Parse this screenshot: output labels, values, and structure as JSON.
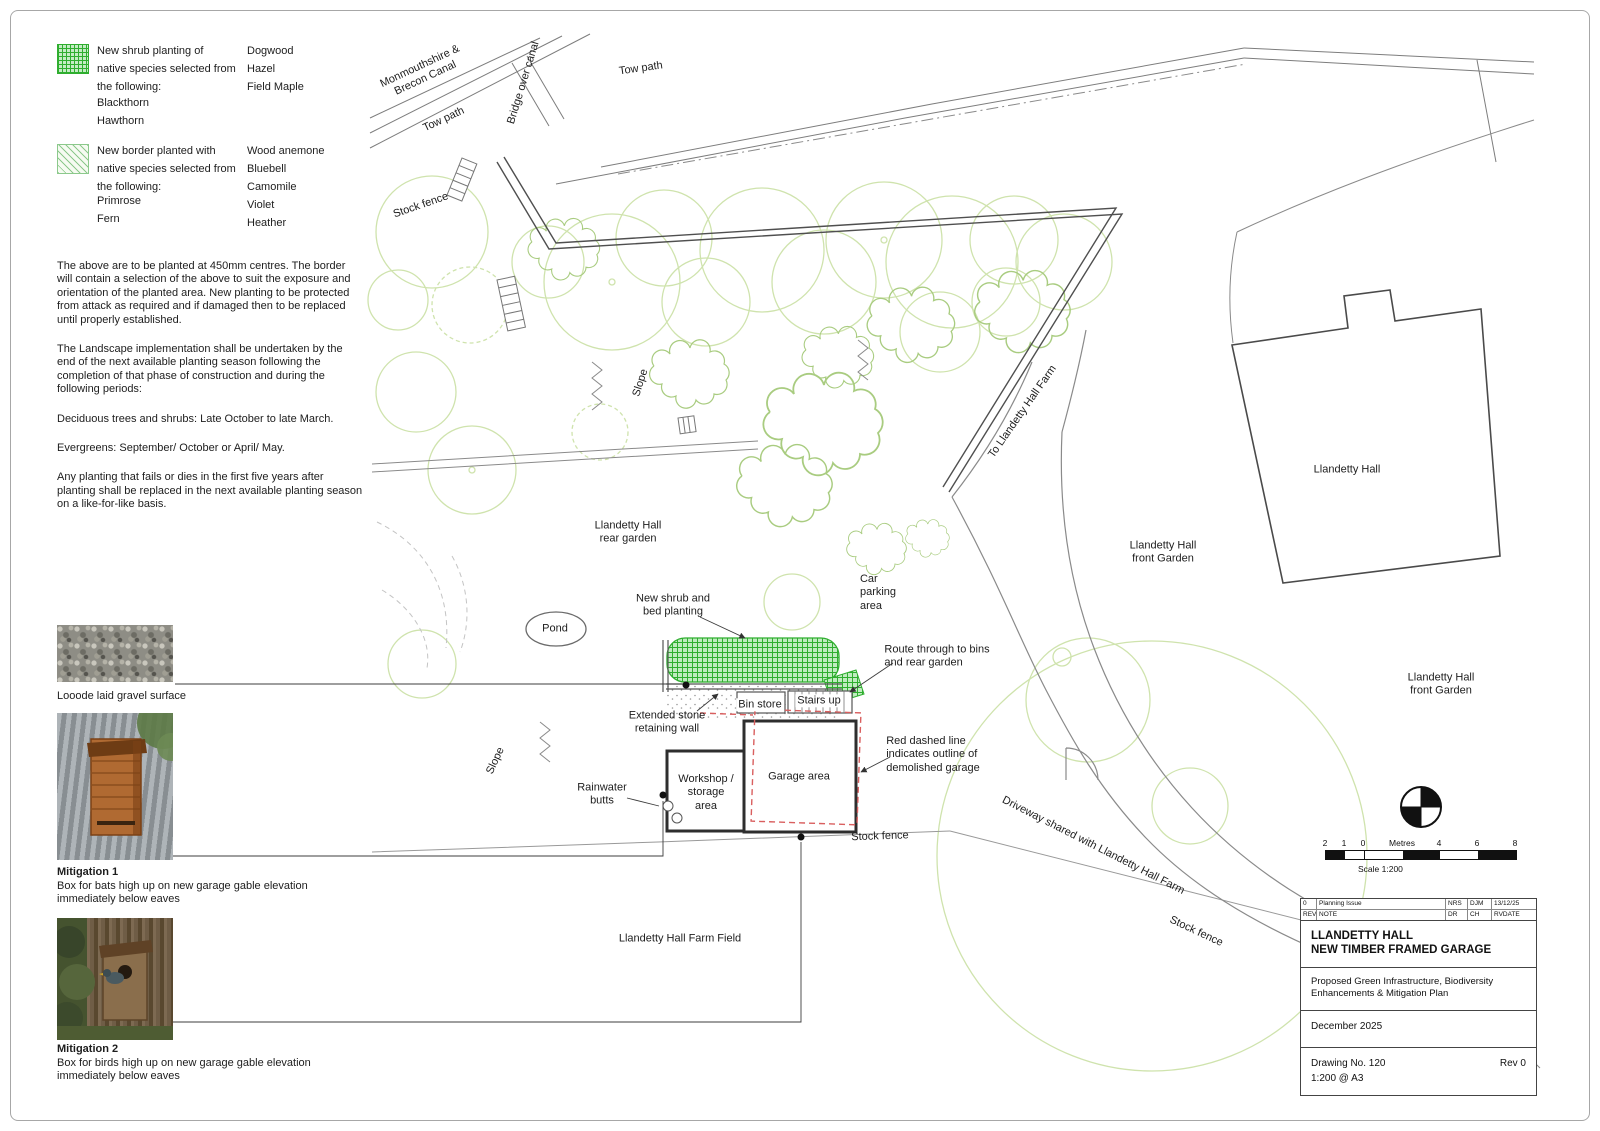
{
  "legend": {
    "shrub_label": "New shrub planting of\nnative species selected from\nthe following:",
    "shrub_species_a": "Blackthorn\nHawthorn",
    "shrub_species_b": "Dogwood\nHazel\nField Maple",
    "border_label": "New border planted with\nnative species selected from\nthe following:",
    "border_species_a": "Primrose\nFern",
    "border_species_b": "Wood anemone\nBluebell\nCamomile\nViolet\nHeather"
  },
  "notes": {
    "p1": "The above are to be planted at 450mm centres. The border will contain a selection of the above to suit the exposure and orientation of the planted area. New planting to be protected from attack as required and if damaged then to be replaced until properly established.",
    "p2": "The Landscape implementation shall be undertaken by the end of the next available planting season following the completion of that phase of construction and during the following periods:",
    "p3": "Deciduous trees and shrubs: Late October to late March.",
    "p4": "Evergreens: September/ October or April/ May.",
    "p5": "Any planting that fails or dies in the first five years after planting shall be replaced in the next available planting season on a like-for-like basis."
  },
  "figures": {
    "gravel_caption": "Looode laid gravel surface",
    "m1_title": "Mitigation 1",
    "m1_caption": "Box for bats high up on new garage gable elevation\nimmediately below eaves",
    "m2_title": "Mitigation 2",
    "m2_caption": "Box for birds high up on new garage gable elevation\nimmediately below eaves"
  },
  "map": {
    "canal": "Monmouthshire &\nBrecon Canal",
    "tow_path_1": "Tow path",
    "tow_path_2": "Tow path",
    "bridge": "Bridge over canal",
    "stock_fence_top": "Stock fence",
    "slope_1": "Slope",
    "slope_2": "Slope",
    "rear_garden": "Llandetty Hall\nrear garden",
    "pond": "Pond",
    "shrub_bed": "New shrub and\nbed planting",
    "car_parking": "Car\nparking\narea",
    "route_bins": "Route through to bins\nand rear garden",
    "bin_store": "Bin store",
    "stairs_up": "Stairs up",
    "retaining_wall": "Extended stone\nretaining wall",
    "red_dashed_note": "Red dashed line\nindicates outline of\ndemolished garage",
    "rainwater_butts": "Rainwater\nbutts",
    "workshop": "Workshop /\nstorage\narea",
    "garage_area": "Garage area",
    "to_farm": "To Llandetty Hall Farm",
    "front_garden_1": "Llandetty Hall\nfront Garden",
    "hall": "Llandetty Hall",
    "front_garden_2": "Llandetty Hall\nfront Garden",
    "driveway": "Driveway shared with Llandetty Hall Farm",
    "stock_fence_bottom": "Stock fence",
    "stock_fence_right": "Stock fence",
    "farm_field": "Llandetty Hall Farm Field"
  },
  "scalebar": {
    "n2": "2",
    "n1": "1",
    "n0": "0",
    "metres": "Metres",
    "n4": "4",
    "n6": "6",
    "n8": "8",
    "scale": "Scale 1:200"
  },
  "titleblock": {
    "rev_row": {
      "rev": "0",
      "note": "Planning Issue",
      "dr": "NRS",
      "ch": "DJM",
      "date": "13/12/25"
    },
    "rev_head": {
      "rev": "REV",
      "note": "NOTE",
      "dr": "DR",
      "ch": "CH",
      "date": "RVDATE"
    },
    "title": "LLANDETTY HALL\nNEW TIMBER FRAMED GARAGE",
    "subtitle": "Proposed Green Infrastructure, Biodiversity\nEnhancements & Mitigation Plan",
    "date": "December 2025",
    "drawing_no": "Drawing No. 120",
    "rev": "Rev 0",
    "scale_at": "1:200 @ A3"
  },
  "colors": {
    "planting_green": "#2fae2f",
    "tree_green": "#cfe3ad",
    "demolished_red": "#d95f5f"
  }
}
